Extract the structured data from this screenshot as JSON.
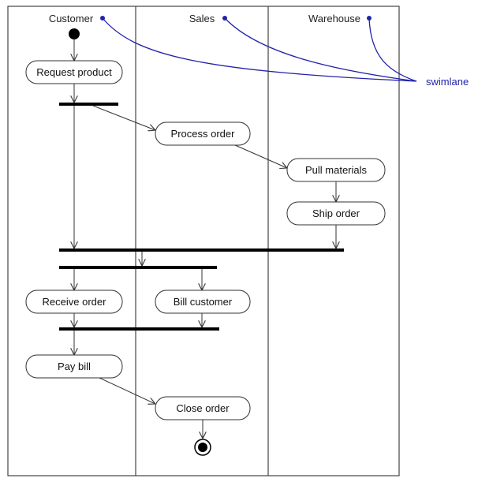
{
  "lanes": [
    "Customer",
    "Sales",
    "Warehouse"
  ],
  "annotation": {
    "label": "swimlane"
  },
  "activities": {
    "request_product": "Request product",
    "process_order": "Process order",
    "pull_materials": "Pull materials",
    "ship_order": "Ship order",
    "receive_order": "Receive order",
    "bill_customer": "Bill customer",
    "pay_bill": "Pay bill",
    "close_order": "Close order"
  },
  "colors": {
    "annotation": "#2222aa",
    "line": "#333333",
    "bar": "#000000"
  }
}
